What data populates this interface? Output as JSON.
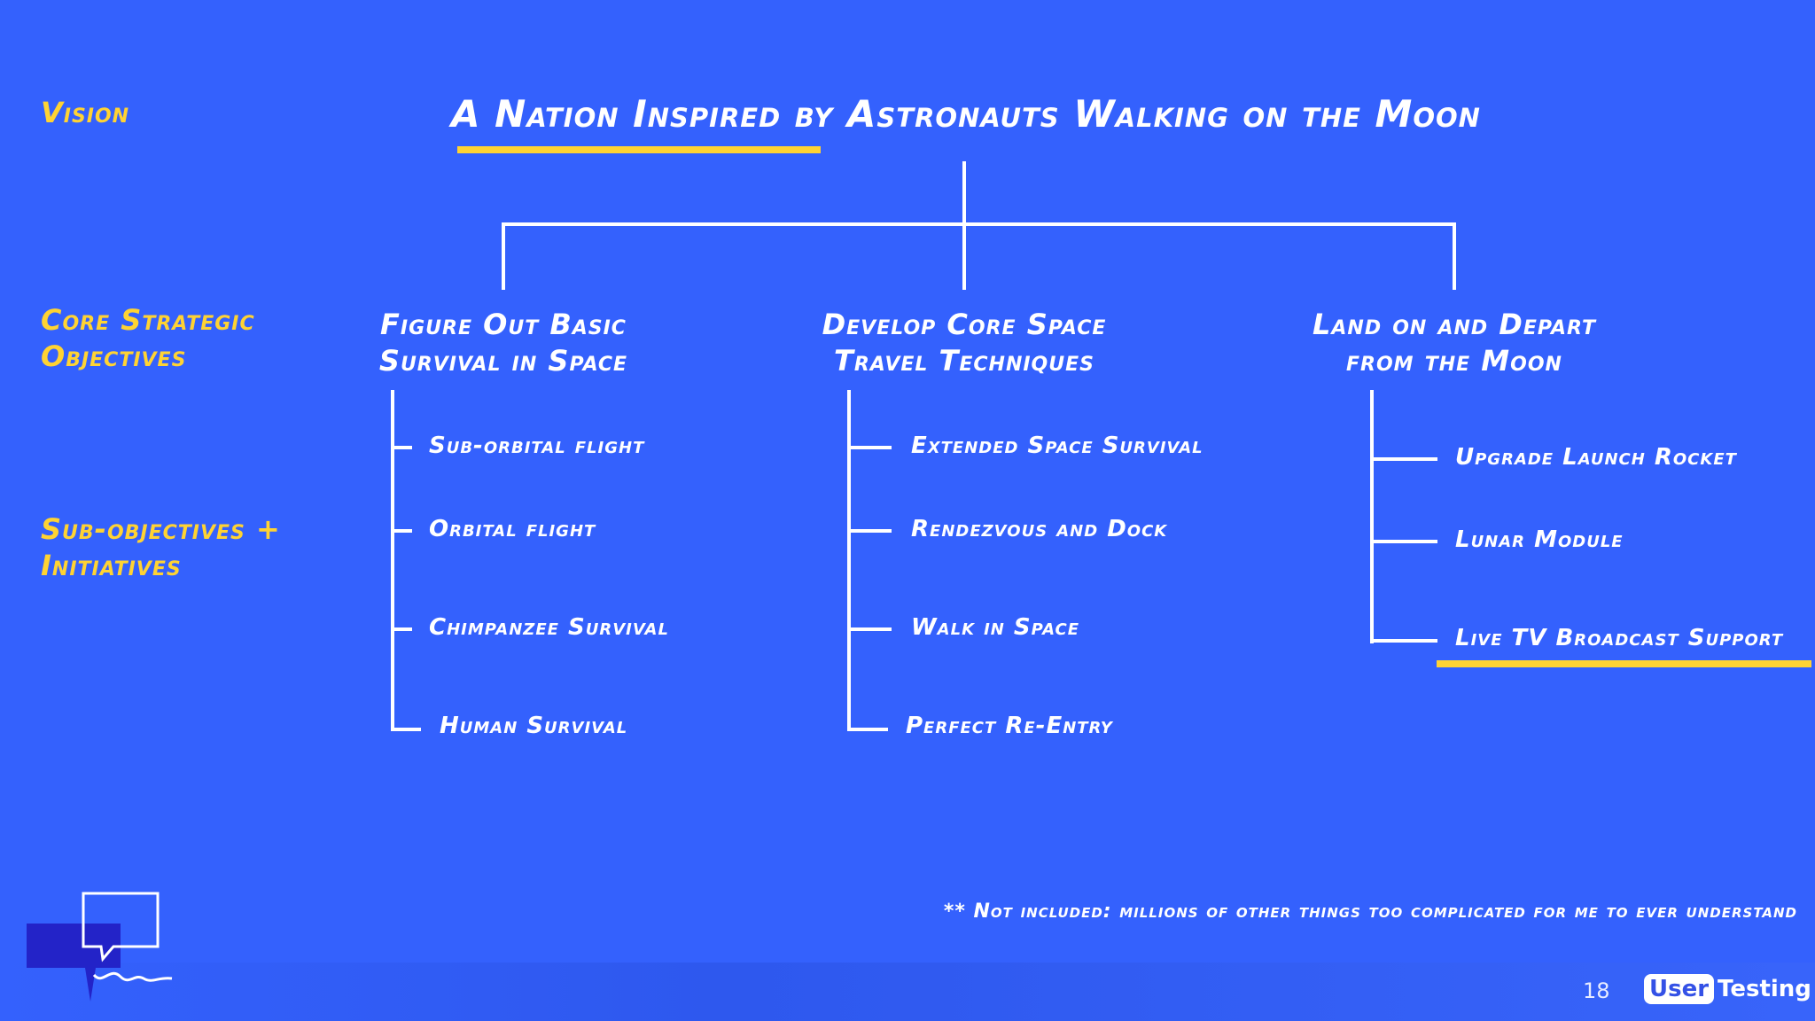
{
  "labels": {
    "vision": "Vision",
    "core_line1": "Core Strategic",
    "core_line2": "Objectives",
    "sub_line1": "Sub-objectives +",
    "sub_line2": "Initiatives"
  },
  "title": "A Nation Inspired by Astronauts Walking on the Moon",
  "objectives": [
    {
      "line1": "Figure Out Basic",
      "line2": "Survival in Space",
      "items": [
        "Sub-orbital flight",
        "Orbital flight",
        "Chimpanzee Survival",
        "Human Survival"
      ]
    },
    {
      "line1": "Develop Core Space",
      "line2": "Travel Techniques",
      "items": [
        "Extended Space Survival",
        "Rendezvous and Dock",
        "Walk in Space",
        "Perfect Re-Entry"
      ]
    },
    {
      "line1": "Land on and Depart",
      "line2": "from the Moon",
      "items": [
        "Upgrade Launch Rocket",
        "Lunar Module",
        "Live TV Broadcast Support"
      ]
    }
  ],
  "footnote": "** Not included: millions of other things too complicated for me to ever understand",
  "page_number": "18",
  "brand": {
    "part1": "User",
    "part2": "Testing"
  },
  "colors": {
    "background": "#3461fd",
    "accent": "#ffd333",
    "text": "#ffffff"
  },
  "icons": [
    "chat-bubble-icon"
  ]
}
